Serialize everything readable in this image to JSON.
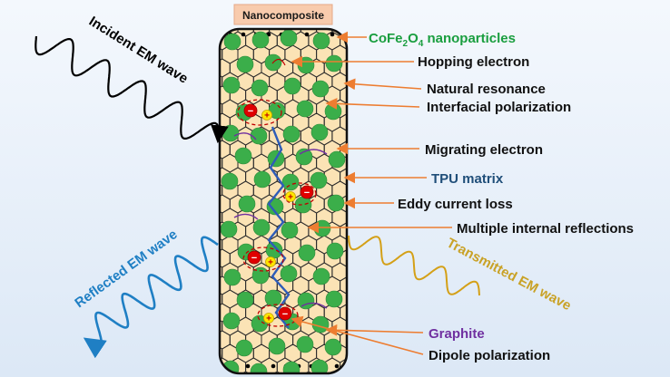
{
  "header": {
    "label": "Nanocomposite"
  },
  "waves": {
    "incident": "Incident EM wave",
    "reflected": "Reflected EM wave",
    "transmitted": "Transmitted EM wave"
  },
  "labels": {
    "cofe_base": "CoFe",
    "cofe_sub1": "2",
    "cofe_mid": "O",
    "cofe_sub2": "4",
    "cofe_rest": " nanoparticles",
    "hopping": "Hopping electron",
    "natural": "Natural resonance",
    "interfacial": "Interfacial polarization",
    "migrating": "Migrating electron",
    "tpu": "TPU matrix",
    "eddy": "Eddy current loss",
    "multiple": "Multiple internal reflections",
    "graphite": "Graphite",
    "dipole": "Dipole polarization"
  },
  "charges": {
    "minus": "−",
    "plus": "+"
  },
  "colors": {
    "cofe": "#1a9e3f",
    "tpu": "#1f4e79",
    "graphite": "#7030a0",
    "pointer": "#ed7d31",
    "reflected": "#1f7fc4",
    "transmitted": "#d4a017",
    "incident": "#000000",
    "matrix": "#fbe3b5",
    "header_bg": "#f8cbad"
  }
}
